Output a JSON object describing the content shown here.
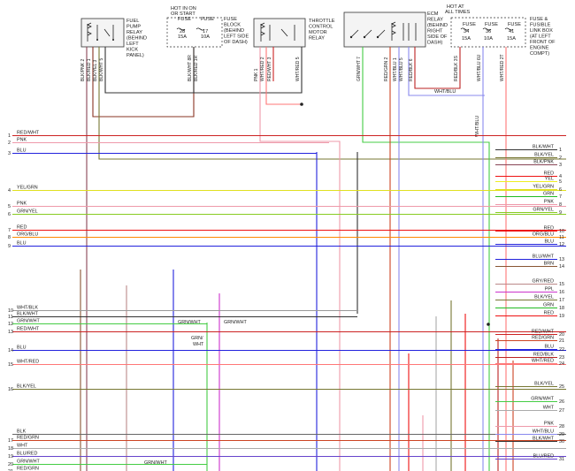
{
  "colors": {
    "RED/WHT": "#cc2222",
    "PNK": "#ee99aa",
    "BLU": "#2222dd",
    "YEL/GRN": "#e0e020",
    "GRN/YEL": "#88cc22",
    "RED": "#ee1111",
    "ORG/BLU": "#ff8800",
    "BLK/WHT": "#333333",
    "BLK/YEL": "#777733",
    "BLK/PNK": "#884455",
    "BLK/RED": "#883322",
    "YEL": "#eeee22",
    "GRN": "#22bb22",
    "BLU/WHT": "#2222dd",
    "BRN": "#885533",
    "GRY/RED": "#bb8888",
    "PPL": "#cc33cc",
    "WHT/BLK": "#999999",
    "GRN/WHT": "#44cc44",
    "WHT/RED": "#ff7777",
    "BLK/YEL2": "#777733",
    "BLK/BLU": "#333377",
    "WHT/BLU": "#8888ee",
    "RED/BLK": "#bb2222",
    "WHT": "#aaaaaa",
    "RED/GRN": "#cc4422",
    "BLU/RED": "#6644cc"
  },
  "headers": {
    "fuel_pump_relay": "FUEL PUMP RELAY (BEHIND LEFT KICK PANEL)",
    "hot_in_on": "HOT IN ON OR START",
    "fuse_block": "FUSE BLOCK (BEHIND LEFT SIDE OF DASH)",
    "fuse28": "FUSE 28 15A",
    "fuse17": "FUSE 17 10A",
    "throttle_relay": "THROTTLE CONTROL MOTOR RELAY",
    "ecm_relay": "ECM RELAY (BEHIND RIGHT SIDE OF DASH)",
    "hot_at_all": "HOT AT ALL TIMES",
    "fuse34": "FUSE 34 15A",
    "fuse36": "FUSE 36 10A",
    "fuse41": "FUSE 41 15A",
    "fusible_link": "FUSE & FUSIBLE LINK BOX (AT LEFT FRONT OF ENGINE COMPT)"
  },
  "top_pins": [
    {
      "label": "BLK/PNK 2"
    },
    {
      "label": "BLK/RED 1"
    },
    {
      "label": "BLK/YEL 3"
    },
    {
      "label": "BLK/WHT 5"
    },
    {
      "label": "BLK/WHT 8R"
    },
    {
      "label": "BLK/RED 1R"
    },
    {
      "label": "PNK 1"
    },
    {
      "label": "WHT/RED 2"
    },
    {
      "label": "RED/WHT 3"
    },
    {
      "label": "WHT/RED 5"
    },
    {
      "label": "GRN/WHT 7"
    },
    {
      "label": "RED/GRN 2"
    },
    {
      "label": "WHT/BLU 1"
    },
    {
      "label": "WHT/BLU 5"
    },
    {
      "label": "RED/BLK 6"
    },
    {
      "label": "RED/BLK 3S"
    },
    {
      "label": "WHT/BLU 6U"
    },
    {
      "label": "WHT/RED 2T"
    }
  ],
  "mid_labels": {
    "wht_blu_top": "WHT/BLU",
    "wht_blu_vert": "WHT/BLU",
    "grn_wht_a": "GRN/WHT",
    "grn_wht_b": "GRN/WHT",
    "grn_wht_c": "GRN/",
    "grn_wht_d": "WHT",
    "grn_wht_e": "GRN/WHT"
  },
  "left_wires": [
    {
      "n": "1",
      "color": "RED/WHT"
    },
    {
      "n": "2",
      "color": "PNK"
    },
    {
      "n": "3",
      "color": "BLU"
    },
    {
      "n": "4",
      "color": "YEL/GRN"
    },
    {
      "n": "5",
      "color": "PNK"
    },
    {
      "n": "6",
      "color": "GRN/YEL"
    },
    {
      "n": "7",
      "color": "RED"
    },
    {
      "n": "8",
      "color": "ORG/BLU"
    },
    {
      "n": "9",
      "color": "BLU"
    },
    {
      "n": "10",
      "color": "WHT/BLK"
    },
    {
      "n": "11",
      "color": "BLK/WHT"
    },
    {
      "n": "12",
      "color": "GRN/WHT"
    },
    {
      "n": "13",
      "color": "RED/WHT"
    },
    {
      "n": "14",
      "color": "BLU"
    },
    {
      "n": "15",
      "color": "WHT/RED"
    },
    {
      "n": "16",
      "color": "BLK/YEL"
    },
    {
      "n": "",
      "color": "BLK"
    },
    {
      "n": "17",
      "color": "RED/GRN"
    },
    {
      "n": "18",
      "color": "WHT"
    },
    {
      "n": "19",
      "color": "BLU/RED"
    },
    {
      "n": "20",
      "color": "GRN/WHT"
    },
    {
      "n": "21",
      "color": "RED/GRN"
    }
  ],
  "right_wires": [
    {
      "n": "1",
      "color": "BLK/WHT"
    },
    {
      "n": "2",
      "color": "BLK/YEL"
    },
    {
      "n": "3",
      "color": "BLK/PNK"
    },
    {
      "n": "4",
      "color": "RED"
    },
    {
      "n": "5",
      "color": "YEL"
    },
    {
      "n": "6",
      "color": "YEL/GRN"
    },
    {
      "n": "7",
      "color": "GRN"
    },
    {
      "n": "8",
      "color": "PNK"
    },
    {
      "n": "9",
      "color": "GRN/YEL"
    },
    {
      "n": "10",
      "color": "RED"
    },
    {
      "n": "11",
      "color": "ORG/BLU"
    },
    {
      "n": "12",
      "color": "BLU"
    },
    {
      "n": "13",
      "color": "BLU/WHT"
    },
    {
      "n": "14",
      "color": "BRN"
    },
    {
      "n": "15",
      "color": "GRY/RED"
    },
    {
      "n": "16",
      "color": "PPL"
    },
    {
      "n": "17",
      "color": "BLK/YEL"
    },
    {
      "n": "18",
      "color": "GRN"
    },
    {
      "n": "19",
      "color": "RED"
    },
    {
      "n": "20",
      "color": "RED/WHT"
    },
    {
      "n": "21",
      "color": "RED/GRN"
    },
    {
      "n": "22",
      "color": "BLU"
    },
    {
      "n": "23",
      "color": "RED/BLK"
    },
    {
      "n": "24",
      "color": "WHT/RED"
    },
    {
      "n": "25",
      "color": "BLK/YEL"
    },
    {
      "n": "26",
      "color": "GRN/WHT"
    },
    {
      "n": "27",
      "color": "WHT"
    },
    {
      "n": "28",
      "color": "PNK"
    },
    {
      "n": "29",
      "color": "WHT/BLU"
    },
    {
      "n": "30",
      "color": "BLK/WHT"
    },
    {
      "n": "31",
      "color": "BLU/RED"
    }
  ]
}
